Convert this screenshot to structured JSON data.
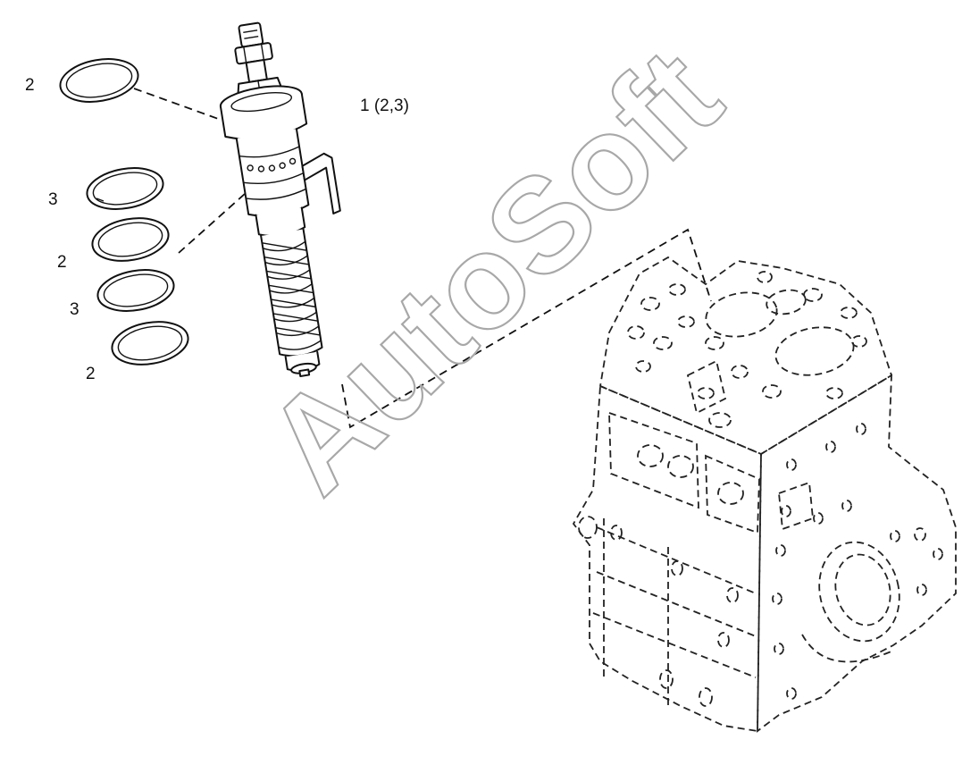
{
  "callouts": {
    "assembly": "1 (2,3)",
    "ring_top": "2",
    "ring_a": "3",
    "ring_b": "2",
    "ring_c": "3",
    "ring_d": "2"
  },
  "watermark": "AutoSoft",
  "colors": {
    "line": "#111111",
    "watermark_stroke": "#a8a8a8",
    "background": "#ffffff"
  }
}
